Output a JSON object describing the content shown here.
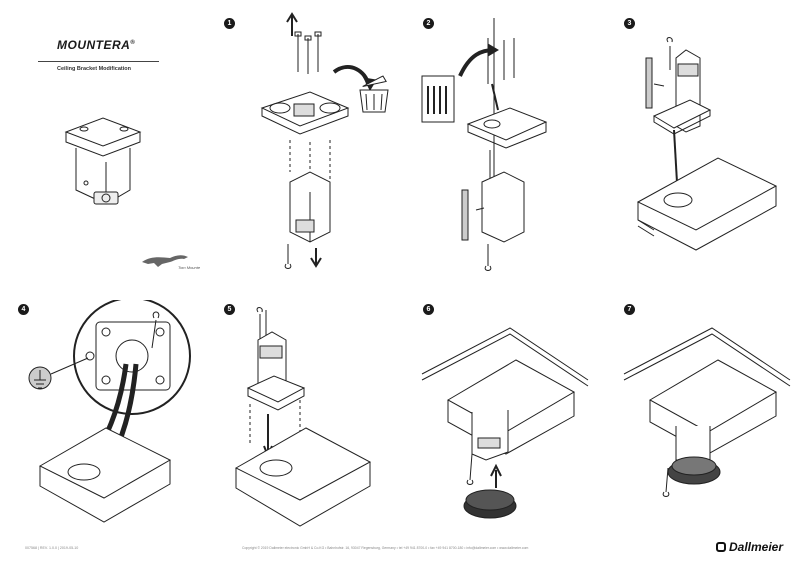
{
  "header": {
    "brand_name": "MOUNTERA",
    "brand_mark": "®",
    "subtitle": "Ceiling Bracket Modification"
  },
  "steps": [
    "1",
    "2",
    "3",
    "4",
    "5",
    "6",
    "7"
  ],
  "panther_caption": "Tom Mounte",
  "footer": {
    "doc_id": "007568 | REV. 1.0.0 | 2019-05-10",
    "copyright": "Copyright © 2019 Dallmeier electronic GmbH & Co.KG • Bahnhofstr. 16, 93047 Regensburg, Germany • tel +49 941 8700-0 • fax +49 941 8700-180 • info@dallmeier.com • www.dallmeier.com"
  },
  "logo_text": "Dallmeier",
  "icons": [
    "arrow-up-icon",
    "arrow-down-icon",
    "trash-icon",
    "ground-symbol-icon",
    "screw-pack-icon",
    "panther-icon"
  ]
}
